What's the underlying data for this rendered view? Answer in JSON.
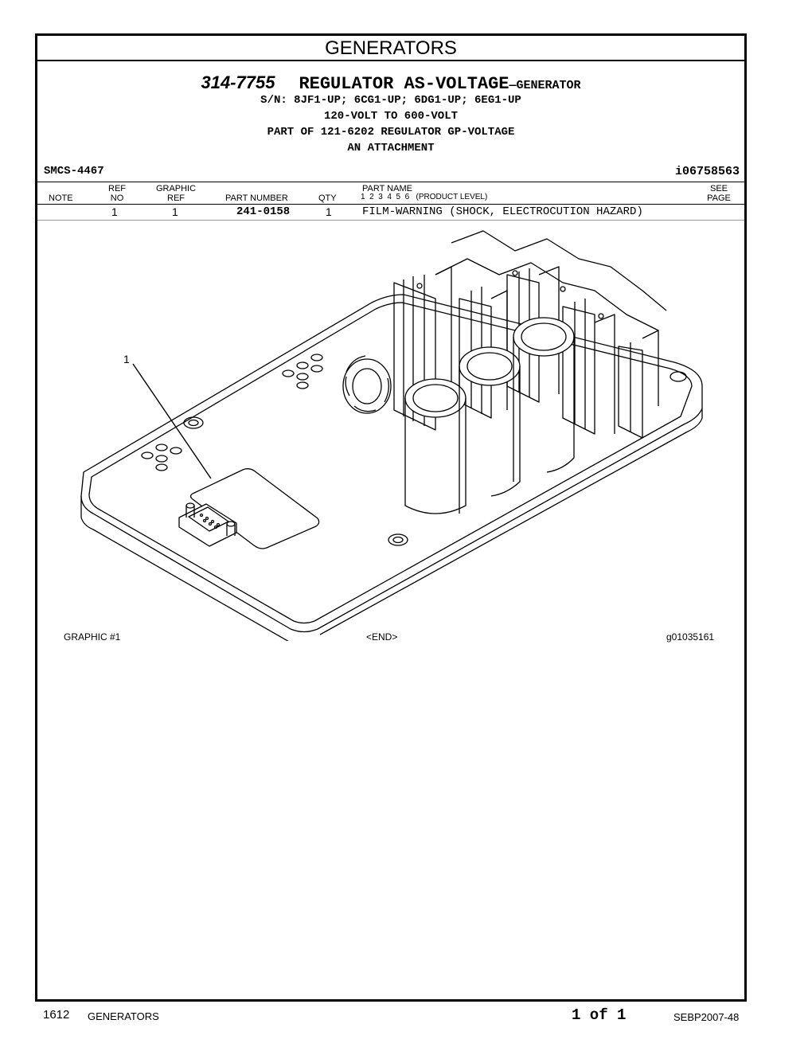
{
  "section_title": "GENERATORS",
  "header": {
    "part_number": "314-7755",
    "part_name": "REGULATOR AS-VOLTAGE",
    "part_suffix": "—GENERATOR",
    "serial": "S/N: 8JF1-UP; 6CG1-UP; 6DG1-UP; 6EG1-UP",
    "voltage": "120-VOLT TO 600-VOLT",
    "part_of": "PART OF 121-6202 REGULATOR GP-VOLTAGE",
    "attachment": "AN ATTACHMENT",
    "smcs": "SMCS-4467",
    "illustration_id": "i06758563"
  },
  "columns": {
    "note": "NOTE",
    "ref_1": "REF",
    "ref_2": "NO",
    "graphic_1": "GRAPHIC",
    "graphic_2": "REF",
    "part_number": "PART NUMBER",
    "qty": "QTY",
    "part_name": "PART NAME",
    "levels": "1  2  3  4  5  6   (PRODUCT LEVEL)",
    "see_1": "SEE",
    "see_2": "PAGE"
  },
  "rows": [
    {
      "ref_no": "1",
      "graphic_ref": "1",
      "part_number": "241-0158",
      "qty": "1",
      "part_name": "FILM-WARNING (SHOCK, ELECTROCUTION HAZARD)"
    }
  ],
  "graphic": {
    "callout": "1",
    "label": "GRAPHIC #1",
    "end": "<END>",
    "graphic_id": "g01035161"
  },
  "footer": {
    "page_number": "1612",
    "section": "GENERATORS",
    "page_of": "1 of 1",
    "doc_id": "SEBP2007-48"
  }
}
